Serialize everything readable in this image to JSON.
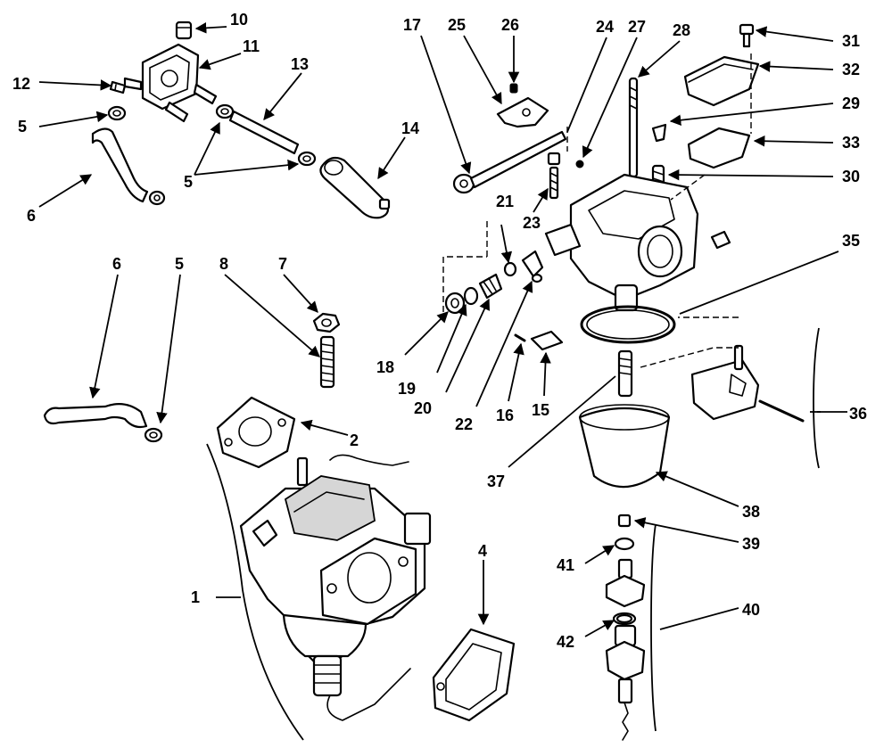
{
  "figure": {
    "labels": {
      "p1": "1",
      "p2": "2",
      "p4": "4",
      "p5a": "5",
      "p5b": "5",
      "p5c": "5",
      "p6a": "6",
      "p6b": "6",
      "p7": "7",
      "p8": "8",
      "p10": "10",
      "p11": "11",
      "p12": "12",
      "p13": "13",
      "p14": "14",
      "p15": "15",
      "p16": "16",
      "p17": "17",
      "p18": "18",
      "p19": "19",
      "p20": "20",
      "p21": "21",
      "p22": "22",
      "p23": "23",
      "p24": "24",
      "p25": "25",
      "p26": "26",
      "p27": "27",
      "p28": "28",
      "p29": "29",
      "p30": "30",
      "p31": "31",
      "p32": "32",
      "p33": "33",
      "p35": "35",
      "p36": "36",
      "p37": "37",
      "p38": "38",
      "p39": "39",
      "p40": "40",
      "p41": "41",
      "p42": "42"
    }
  }
}
